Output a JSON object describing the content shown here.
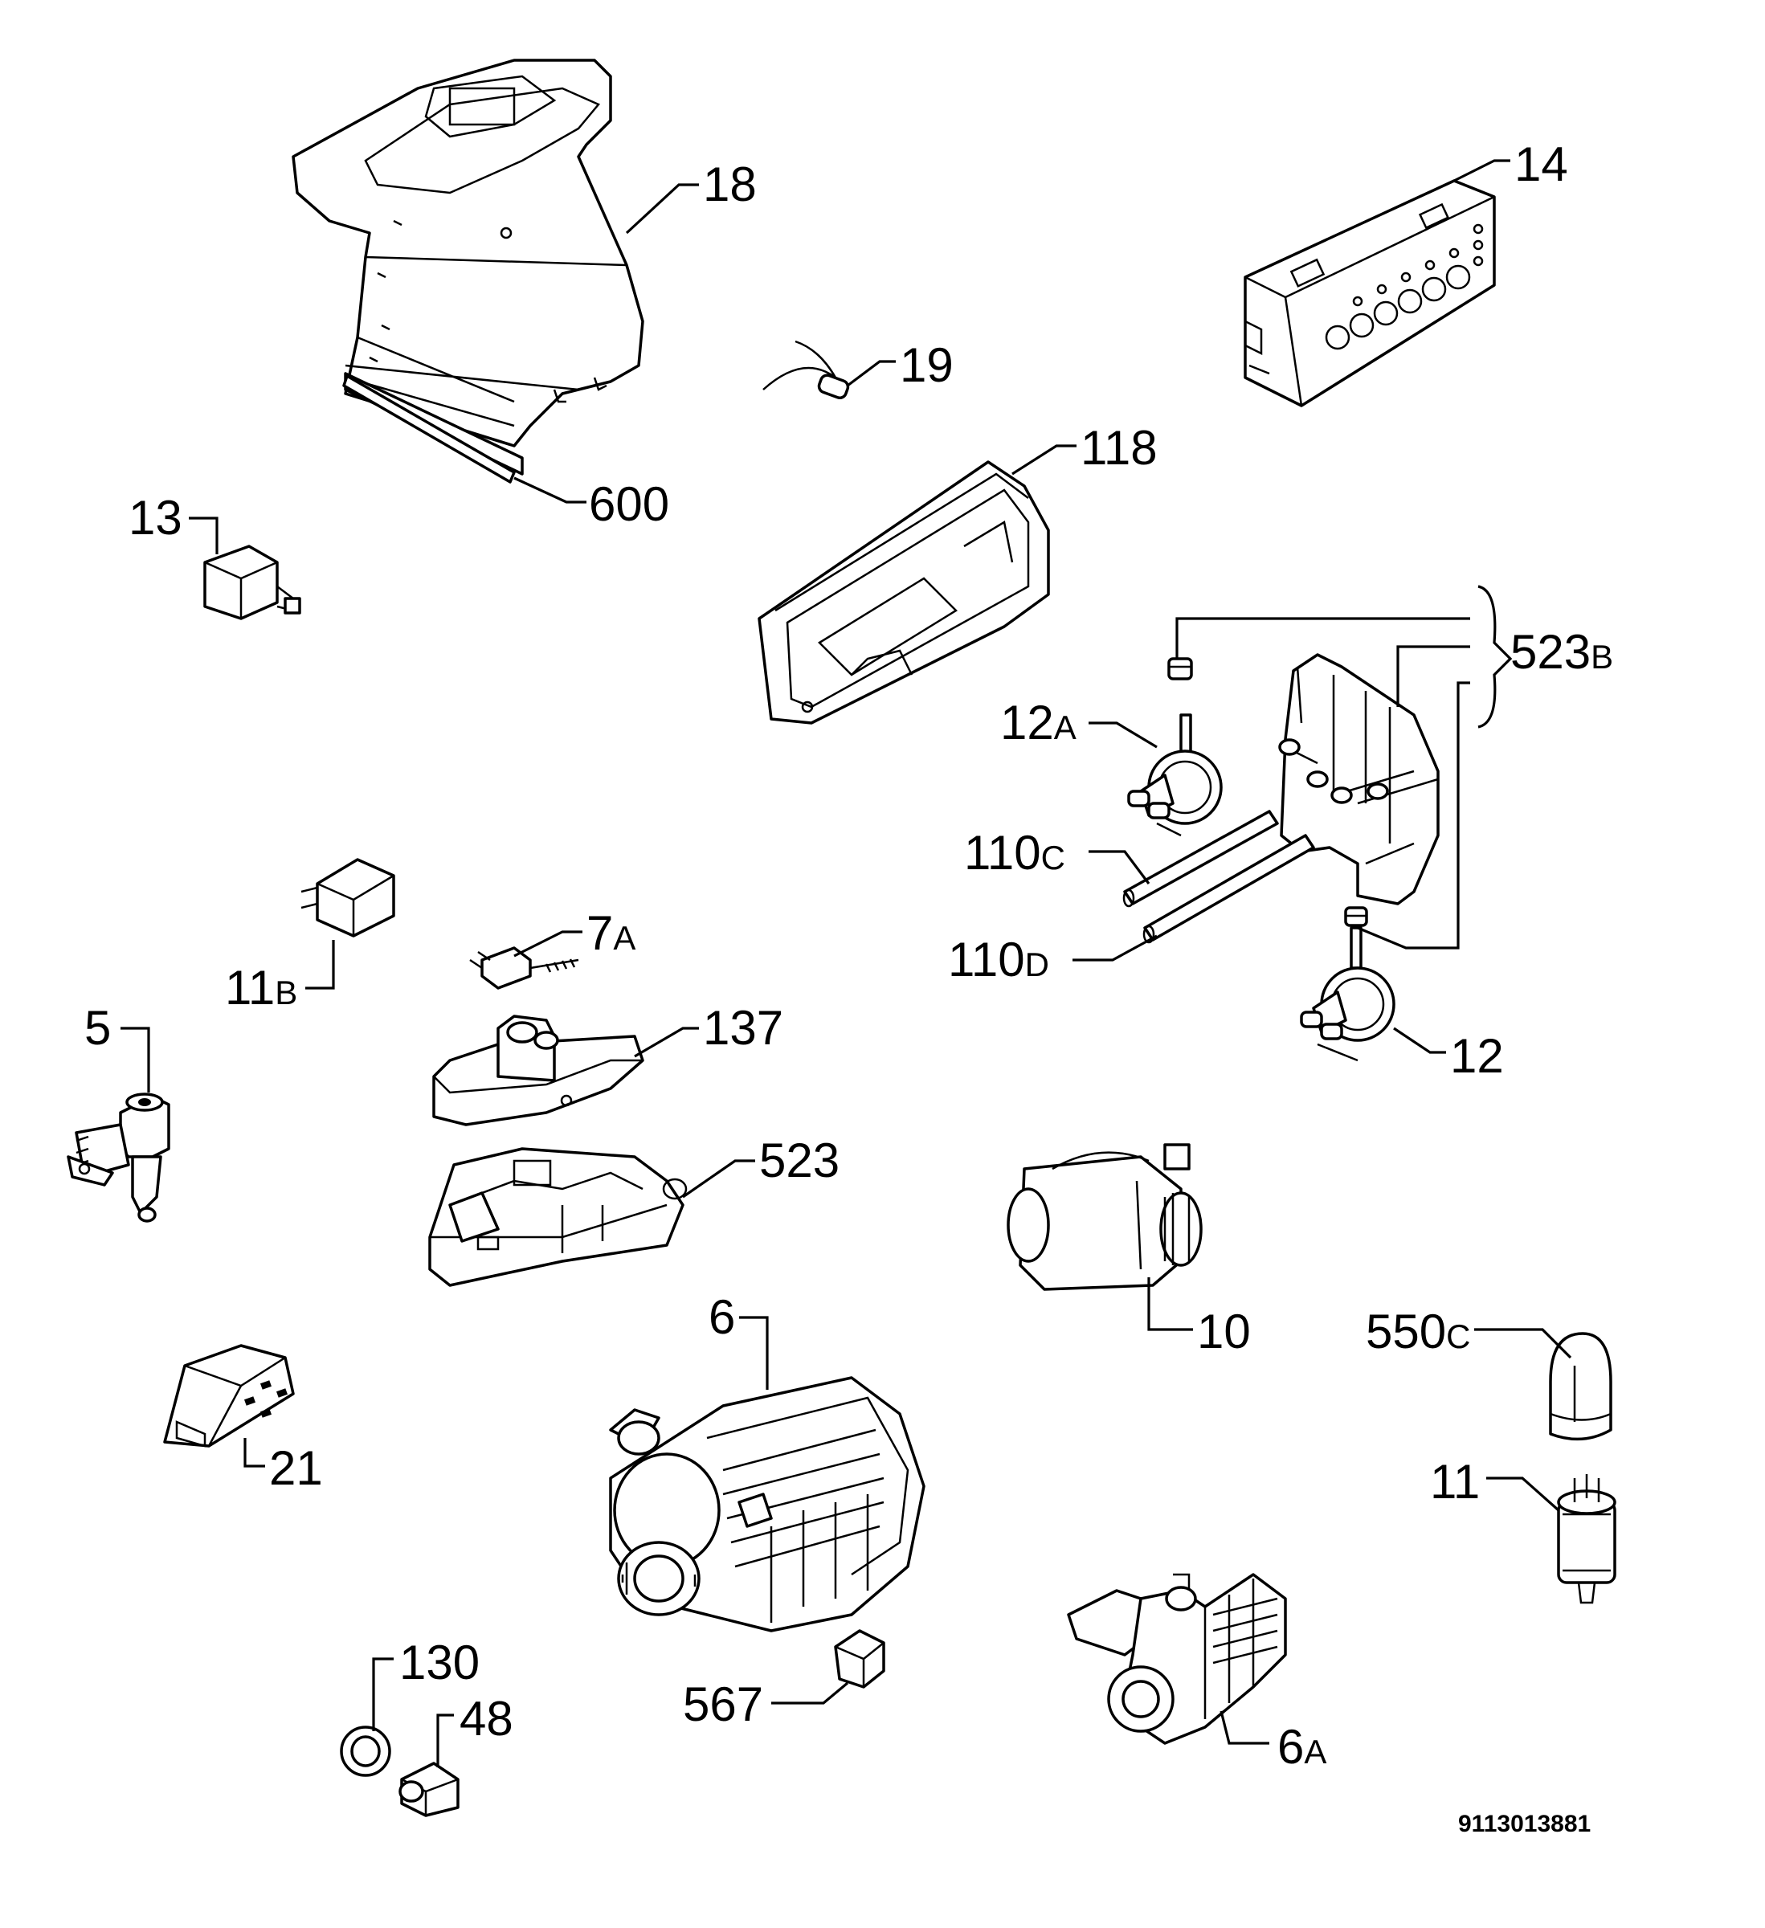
{
  "diagram": {
    "document_number": "9113013881",
    "callouts": [
      {
        "id": "18",
        "num": "18",
        "suffix": ""
      },
      {
        "id": "14",
        "num": "14",
        "suffix": ""
      },
      {
        "id": "19",
        "num": "19",
        "suffix": ""
      },
      {
        "id": "118",
        "num": "118",
        "suffix": ""
      },
      {
        "id": "600",
        "num": "600",
        "suffix": ""
      },
      {
        "id": "13",
        "num": "13",
        "suffix": ""
      },
      {
        "id": "523B",
        "num": "523",
        "suffix": "B"
      },
      {
        "id": "12A",
        "num": "12",
        "suffix": "A"
      },
      {
        "id": "110C",
        "num": "110",
        "suffix": "C"
      },
      {
        "id": "110D",
        "num": "110",
        "suffix": "D"
      },
      {
        "id": "11B",
        "num": "11",
        "suffix": "B"
      },
      {
        "id": "7A",
        "num": "7",
        "suffix": "A"
      },
      {
        "id": "5",
        "num": "5",
        "suffix": ""
      },
      {
        "id": "137",
        "num": "137",
        "suffix": ""
      },
      {
        "id": "12",
        "num": "12",
        "suffix": ""
      },
      {
        "id": "523",
        "num": "523",
        "suffix": ""
      },
      {
        "id": "10",
        "num": "10",
        "suffix": ""
      },
      {
        "id": "550C",
        "num": "550",
        "suffix": "C"
      },
      {
        "id": "6",
        "num": "6",
        "suffix": ""
      },
      {
        "id": "21",
        "num": "21",
        "suffix": ""
      },
      {
        "id": "11",
        "num": "11",
        "suffix": ""
      },
      {
        "id": "130",
        "num": "130",
        "suffix": ""
      },
      {
        "id": "48",
        "num": "48",
        "suffix": ""
      },
      {
        "id": "567",
        "num": "567",
        "suffix": ""
      },
      {
        "id": "6A",
        "num": "6",
        "suffix": "A"
      }
    ]
  }
}
